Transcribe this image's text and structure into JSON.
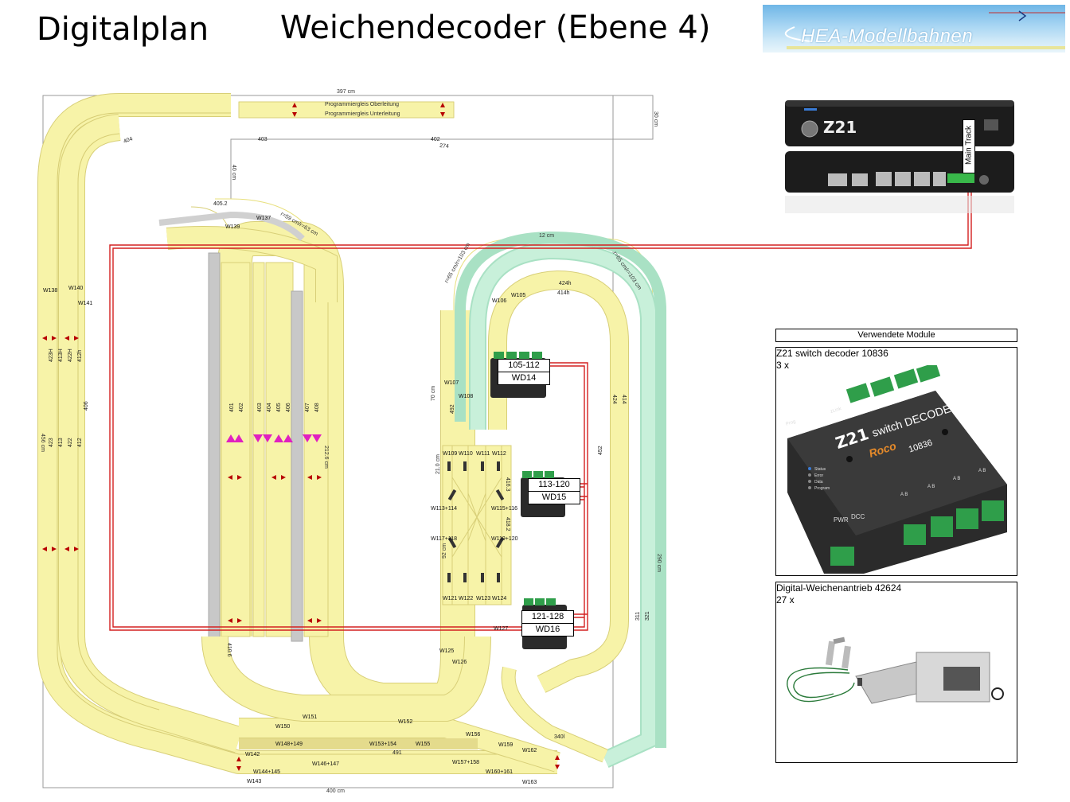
{
  "header": {
    "left_title": "Digitalplan",
    "main_title": "Weichendecoder (Ebene 4)",
    "logo_text": "HEA-Modellbahnen"
  },
  "central": {
    "brand": "Z21",
    "port_label": "Main Track"
  },
  "dimensions": {
    "top_width": "397 cm",
    "top_right_depth": "30 cm",
    "upper_inner": "40 cm",
    "overall_height": "456 cm",
    "bottom_width": "400 cm",
    "mid_gap": "12 cm",
    "curve_radius_left": "r=59 cm/r=63 cm",
    "curve_radius_right_a": "r=65 cm/r=103 cm",
    "curve_radius_right_b": "r=65 cm/r=103 cm",
    "station_length": "212.6 cm",
    "right_height": "290 cm",
    "depot_height": "70 cm",
    "depot_a": "21.0 cm",
    "depot_b": "92 cm"
  },
  "tracks": {
    "prog_upper": "Programmiergleis Oberleitung",
    "prog_lower": "Programmiergleis Unterleitung",
    "labels_station": [
      "401",
      "402",
      "403",
      "404",
      "405",
      "406",
      "407",
      "408"
    ],
    "labels_outer": [
      "423H",
      "413H",
      "422H",
      "412h",
      "423",
      "413",
      "422",
      "412"
    ],
    "right_loop": [
      "424",
      "414",
      "311",
      "321",
      "424h",
      "414h"
    ],
    "misc": [
      "404",
      "403",
      "402",
      "405.2",
      "406",
      "410.6",
      "416.3",
      "418.2",
      "491",
      "492",
      "452",
      "274",
      "340l"
    ]
  },
  "turnouts": [
    "W105",
    "W106",
    "W107",
    "W108",
    "W109",
    "W110",
    "W111",
    "W112",
    "W113+114",
    "W115+116",
    "W117+118",
    "W119+120",
    "W121",
    "W122",
    "W123",
    "W124",
    "W125",
    "W126",
    "W127",
    "W137",
    "W138",
    "W139",
    "W140",
    "W141",
    "W142",
    "W143",
    "W144+145",
    "W146+147",
    "W148+149",
    "W150",
    "W151",
    "W152",
    "W153+154",
    "W155",
    "W156",
    "W157+158",
    "W159",
    "W160+161",
    "W162",
    "W163"
  ],
  "decoders": [
    {
      "range": "105-112",
      "id": "WD14"
    },
    {
      "range": "113-120",
      "id": "WD15"
    },
    {
      "range": "121-128",
      "id": "WD16"
    }
  ],
  "modules": {
    "heading": "Verwendete  Module",
    "module1_name": "Z21 switch decoder 10836",
    "module1_count": "3 x",
    "module2_name": "Digital-Weichenantrieb 42624",
    "module2_count": "27 x",
    "decoder_brand": "Z21",
    "decoder_word": "switch DECODER",
    "decoder_maker": "Roco",
    "decoder_number": "10836",
    "decoder_pwr": "PWR",
    "decoder_dcc": "DCC",
    "decoder_prog": "Prog",
    "decoder_zlink": "zLink",
    "decoder_leds": [
      "Status",
      "Error",
      "Data",
      "Program"
    ],
    "decoder_ports": [
      "A  B",
      "A  B",
      "A  B",
      "A  B"
    ]
  },
  "colors": {
    "track_fill": "#f7f3a8",
    "track_line": "#c9c05a",
    "loop_green": "#aee6c8",
    "wire_red": "#d42020",
    "station_gray": "#c8c8c8",
    "marker_red": "#b80000",
    "marker_magenta": "#e020c0"
  }
}
